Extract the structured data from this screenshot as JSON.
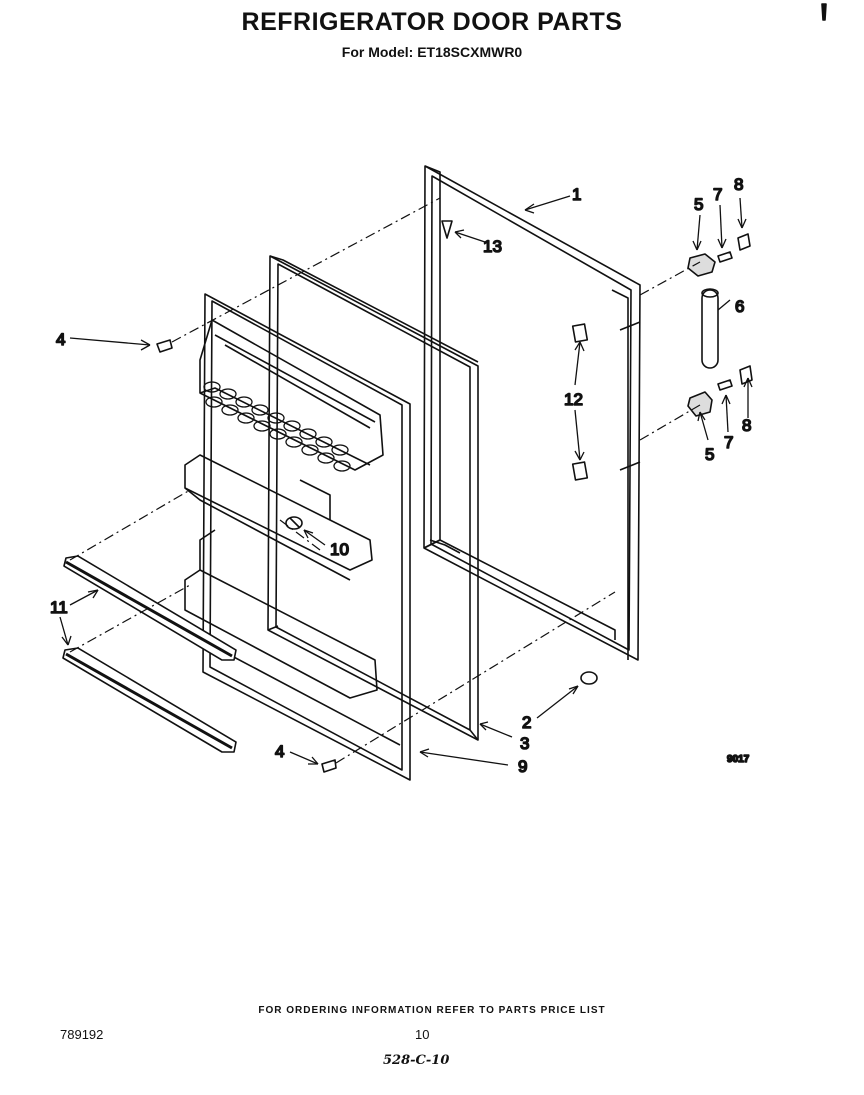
{
  "header": {
    "title": "REFRIGERATOR DOOR PARTS",
    "subtitle": "For Model: ET18SCXMWR0"
  },
  "callouts": {
    "c1": "1",
    "c2": "2",
    "c3": "3",
    "c4a": "4",
    "c4b": "4",
    "c5a": "5",
    "c5b": "5",
    "c6": "6",
    "c7a": "7",
    "c7b": "7",
    "c8a": "8",
    "c8b": "8",
    "c9": "9",
    "c10": "10",
    "c11": "11",
    "c12": "12",
    "c13": "13"
  },
  "illustration_code": "9017",
  "footer": {
    "ordering_note": "FOR ORDERING INFORMATION REFER TO PARTS PRICE LIST",
    "part_number": "789192",
    "page_number": "10",
    "handwritten_note": "528-C-10"
  }
}
